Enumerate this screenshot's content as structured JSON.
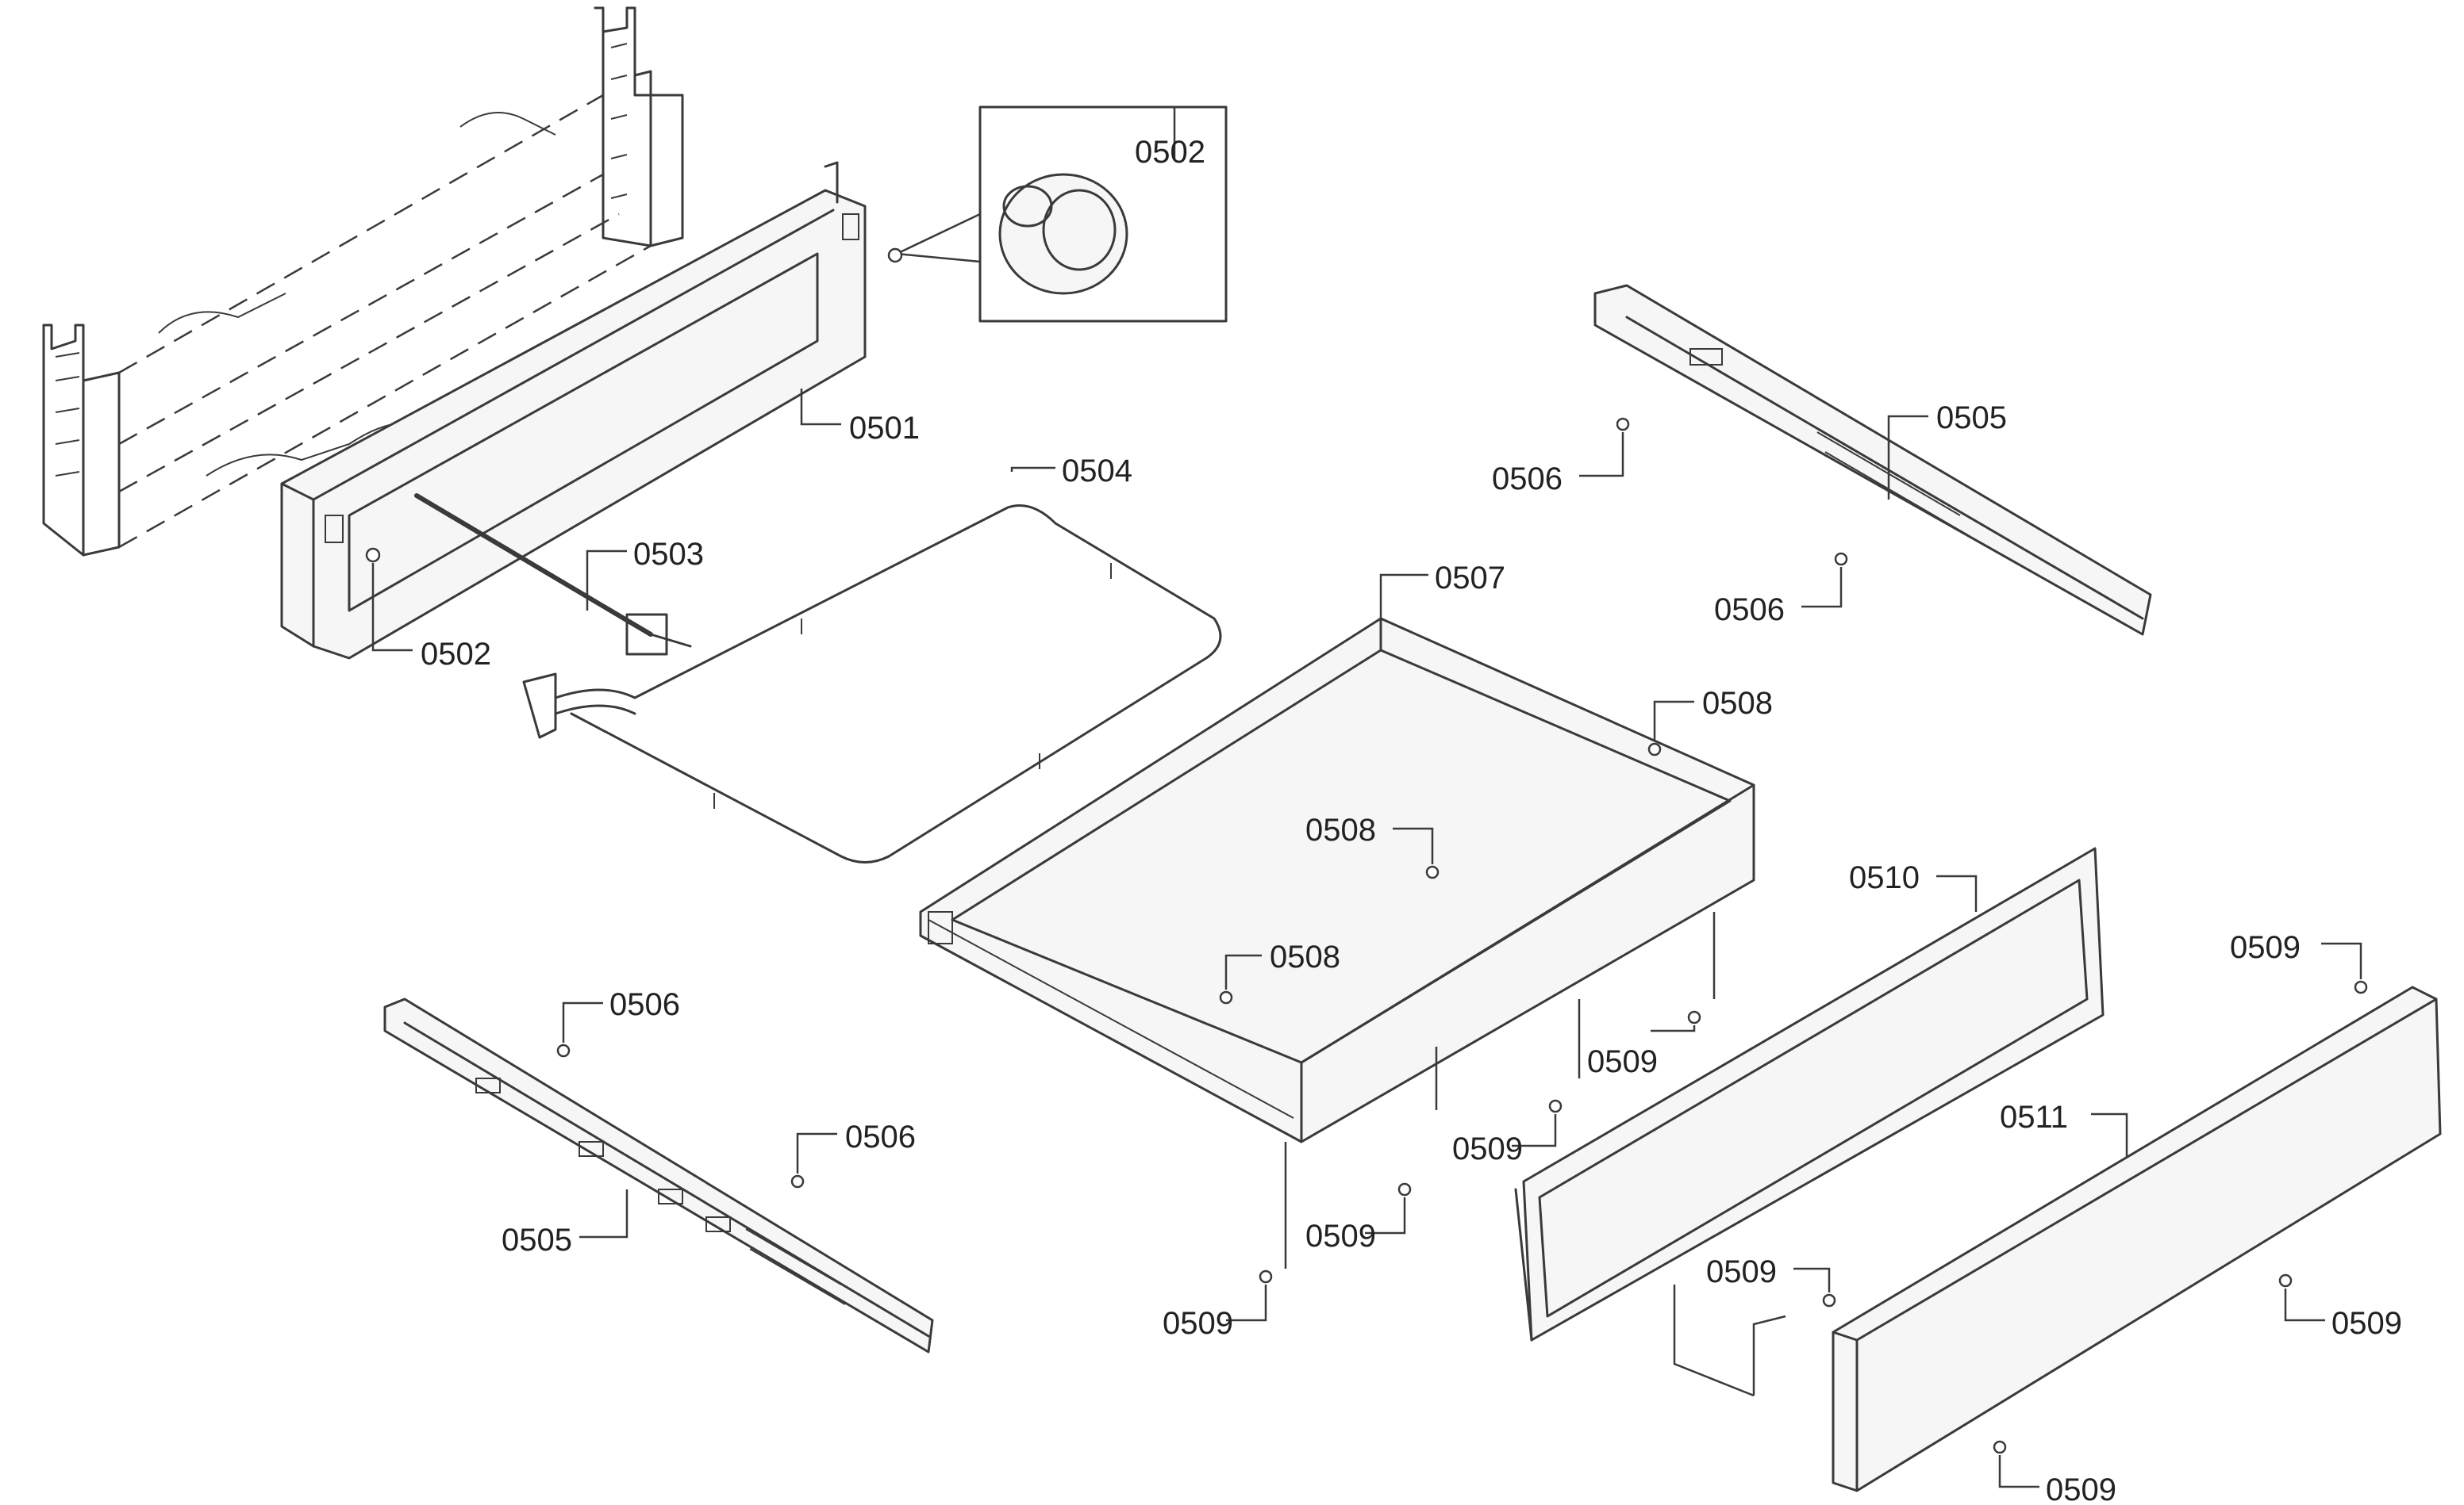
{
  "callouts": {
    "p0501": "0501",
    "p0502": "0502",
    "p0503": "0503",
    "p0504": "0504",
    "p0505": "0505",
    "p0506": "0506",
    "p0507": "0507",
    "p0508": "0508",
    "p0509": "0509",
    "p0510": "0510",
    "p0511": "0511"
  }
}
